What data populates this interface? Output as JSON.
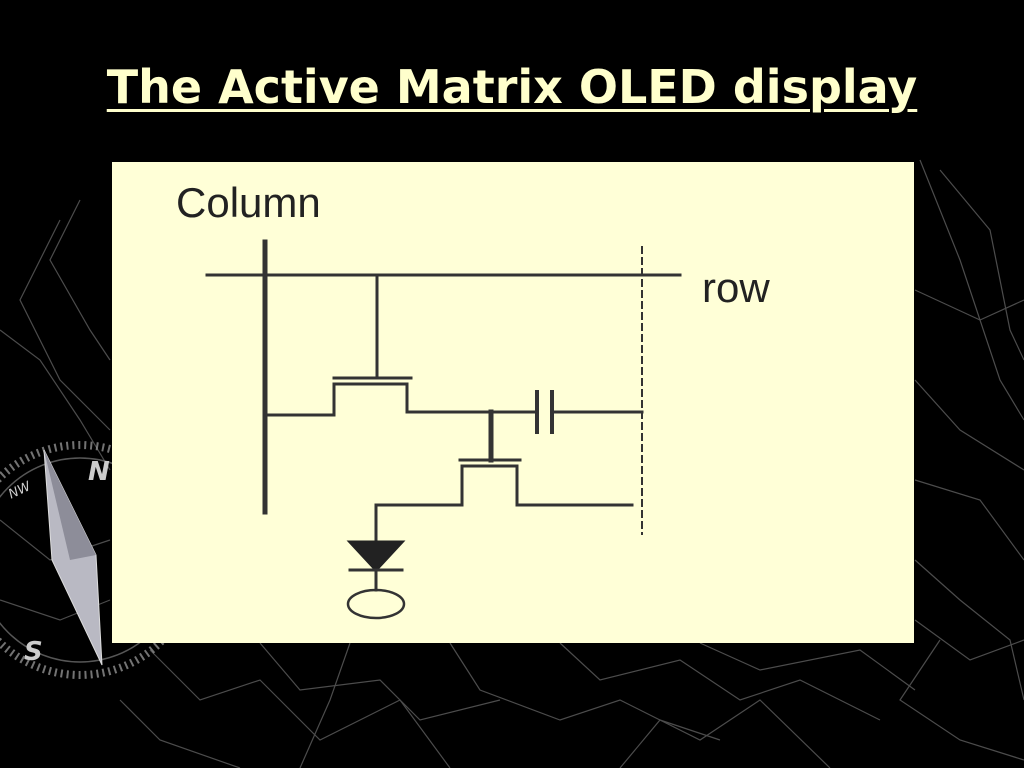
{
  "slide": {
    "title": "The Active Matrix OLED display",
    "title_color": "#FFFFCC",
    "background_color": "#000000"
  },
  "diagram": {
    "panel_color": "#FFFFD7",
    "line_color": "#333333",
    "column_label": "Column",
    "row_label": "row",
    "components": [
      "column-line",
      "row-line",
      "switching-transistor",
      "storage-capacitor",
      "driving-transistor",
      "oled-diode",
      "ground"
    ]
  },
  "background": {
    "compass_letters": [
      "N",
      "S",
      "NW"
    ],
    "decor_icon": "compass-rose-icon"
  }
}
